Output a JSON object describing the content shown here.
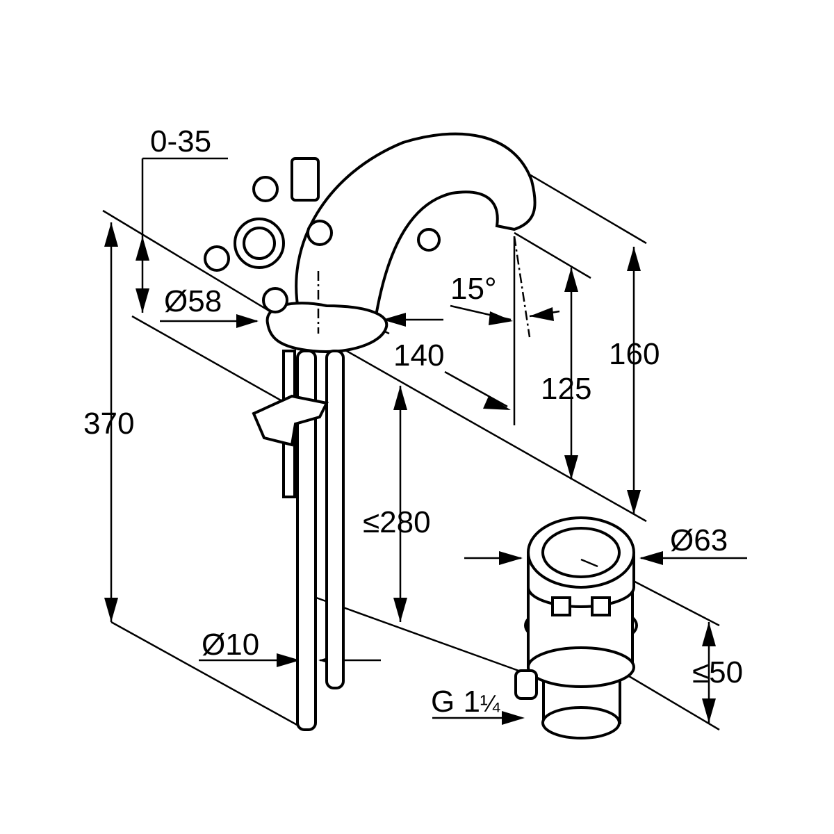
{
  "title": "Two-handle basin mixer with pop-up waste – dimensional drawing",
  "dimensions": {
    "projection_range": "0-35",
    "base_diameter": "Ø58",
    "total_height": "370",
    "spout_reach": "140",
    "spout_angle": "15°",
    "spout_outlet_height": "125",
    "spout_height": "160",
    "max_deck_thickness": "≤280",
    "waste_diameter": "Ø63",
    "waste_length": "≤50",
    "pipe_diameter": "Ø10",
    "waste_thread": "G 1",
    "waste_thread_fraction": "¼"
  }
}
